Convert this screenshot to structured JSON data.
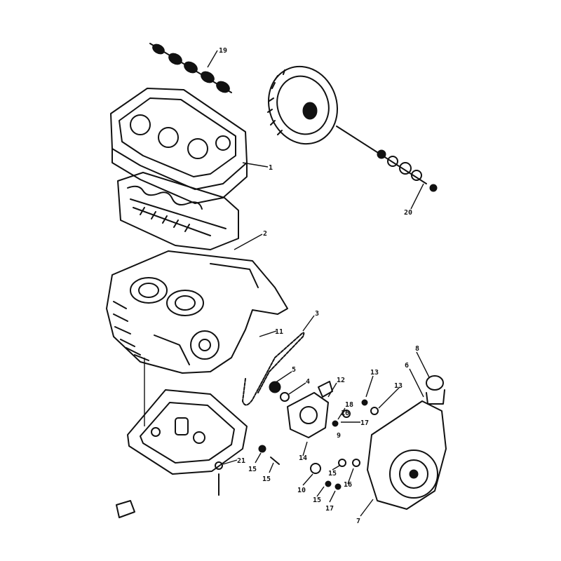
{
  "callouts": [
    {
      "id": "c19",
      "text": "19"
    },
    {
      "id": "c1",
      "text": "1"
    },
    {
      "id": "c20",
      "text": "20"
    },
    {
      "id": "c2",
      "text": "2"
    },
    {
      "id": "c3",
      "text": "3"
    },
    {
      "id": "c11",
      "text": "11"
    },
    {
      "id": "c5",
      "text": "5"
    },
    {
      "id": "c4",
      "text": "4"
    },
    {
      "id": "c12",
      "text": "12"
    },
    {
      "id": "c13a",
      "text": "13"
    },
    {
      "id": "c13b",
      "text": "13"
    },
    {
      "id": "c8",
      "text": "8"
    },
    {
      "id": "c6",
      "text": "6"
    },
    {
      "id": "c18",
      "text": "18"
    },
    {
      "id": "c16a",
      "text": "16"
    },
    {
      "id": "c17a",
      "text": "17"
    },
    {
      "id": "c9",
      "text": "9"
    },
    {
      "id": "c14",
      "text": "14"
    },
    {
      "id": "c21",
      "text": "21"
    },
    {
      "id": "c15a",
      "text": "15"
    },
    {
      "id": "c15b",
      "text": "15"
    },
    {
      "id": "c15c",
      "text": "15"
    },
    {
      "id": "c16b",
      "text": "16"
    },
    {
      "id": "c10",
      "text": "10"
    },
    {
      "id": "c15d",
      "text": "15"
    },
    {
      "id": "c17b",
      "text": "17"
    },
    {
      "id": "c7",
      "text": "7"
    }
  ]
}
